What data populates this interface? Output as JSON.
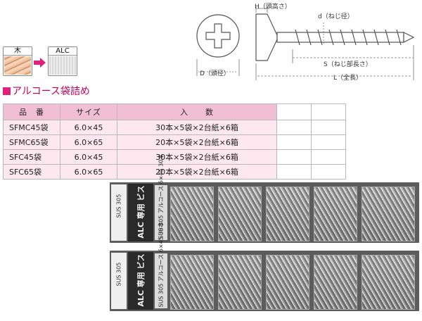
{
  "icon_wood_label": "木",
  "icon_alc_label": "ALC",
  "diagram": {
    "H": "H（頭高さ）",
    "d": "d（ねじ径）",
    "S": "S（ねじ部長さ）",
    "L": "L（全長）",
    "D": "D（頭径）"
  },
  "section_title": "アルコース袋詰め",
  "table": {
    "headers": [
      "品　番",
      "サイズ",
      "入　　数"
    ],
    "rows": [
      {
        "name": "SFMC45袋",
        "size": "6.0×45",
        "qty": "30本×5袋×2台紙×6箱"
      },
      {
        "name": "SFMC65袋",
        "size": "6.0×65",
        "qty": "20本×5袋×2台紙×6箱"
      },
      {
        "name": "SFC45袋",
        "size": "6.0×45",
        "qty": "30本×5袋×2台紙×6箱"
      },
      {
        "name": "SFC65袋",
        "size": "6.0×65",
        "qty": "20本×5袋×2台紙×6箱"
      }
    ]
  },
  "photo": {
    "card_text": "SUS 305",
    "band_text": "ALC 専用 ビス",
    "label_text": "SUS 305 アルコース 6×45 30本"
  },
  "colors": {
    "accent": "#e0207a",
    "header_bg": "#f1bfd3",
    "row_bg": "#fde8f0"
  }
}
